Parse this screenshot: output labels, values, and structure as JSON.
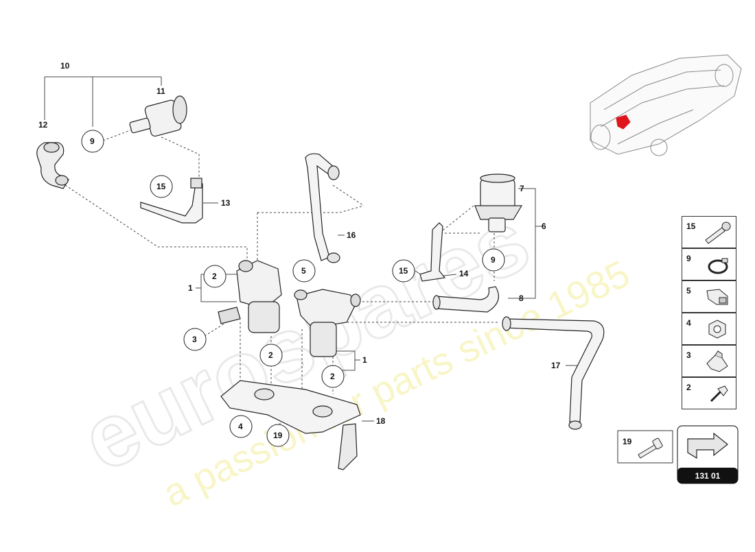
{
  "watermark": {
    "brand": "eurospares",
    "tagline": "a passion for parts since 1985"
  },
  "callouts": {
    "c1a": "1",
    "c1b": "1",
    "c2a": "2",
    "c2b": "2",
    "c2c": "2",
    "c3": "3",
    "c4": "4",
    "c5": "5",
    "c6": "6",
    "c7": "7",
    "c8": "8",
    "c9a": "9",
    "c9b": "9",
    "c10": "10",
    "c11": "11",
    "c12": "12",
    "c13": "13",
    "c14": "14",
    "c15a": "15",
    "c15b": "15",
    "c16": "16",
    "c17": "17",
    "c18": "18",
    "c19": "19"
  },
  "legend": [
    {
      "number": "15",
      "icon": "bolt-icon"
    },
    {
      "number": "9",
      "icon": "hose-clamp-icon"
    },
    {
      "number": "5",
      "icon": "clip-icon"
    },
    {
      "number": "4",
      "icon": "nut-icon"
    },
    {
      "number": "3",
      "icon": "connector-clip-icon"
    },
    {
      "number": "2",
      "icon": "push-pin-icon"
    }
  ],
  "extra_part": {
    "number": "19",
    "icon": "bolt-icon"
  },
  "page_ref": "131 01",
  "colors": {
    "line": "#222222",
    "highlight": "#e0151b",
    "watermark": "#f4ee9a"
  }
}
